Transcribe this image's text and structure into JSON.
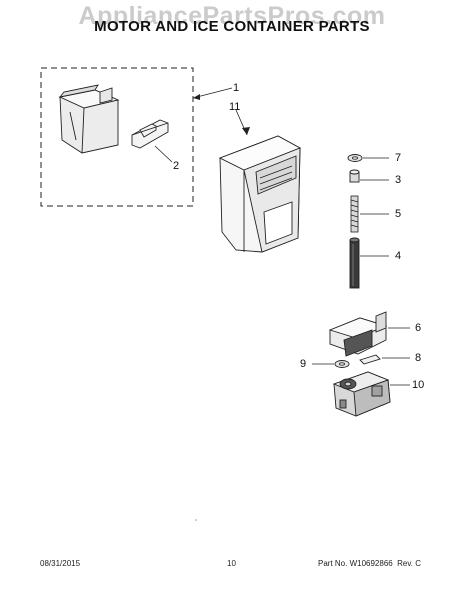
{
  "watermark": "AppliancePartsPros.com",
  "title": "MOTOR AND ICE CONTAINER PARTS",
  "callouts": {
    "c1": "1",
    "c11": "11",
    "c2": "2",
    "c7": "7",
    "c3": "3",
    "c5": "5",
    "c4": "4",
    "c6": "6",
    "c8": "8",
    "c9": "9",
    "c10": "10"
  },
  "footer": {
    "date": "08/31/2015",
    "page": "10",
    "part_number": "Part No. W10692866  Rev. C"
  }
}
